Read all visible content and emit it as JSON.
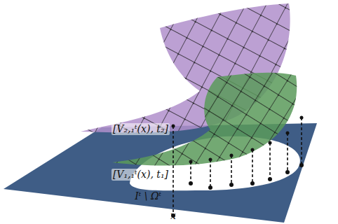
{
  "diagram": {
    "labels": [
      "[V₂,₁ᵗ(x), t₂]",
      "[V₁,₁ᵗ(x), t₁]",
      "Iᵗ \\ Ωᵗ",
      "x"
    ]
  }
}
